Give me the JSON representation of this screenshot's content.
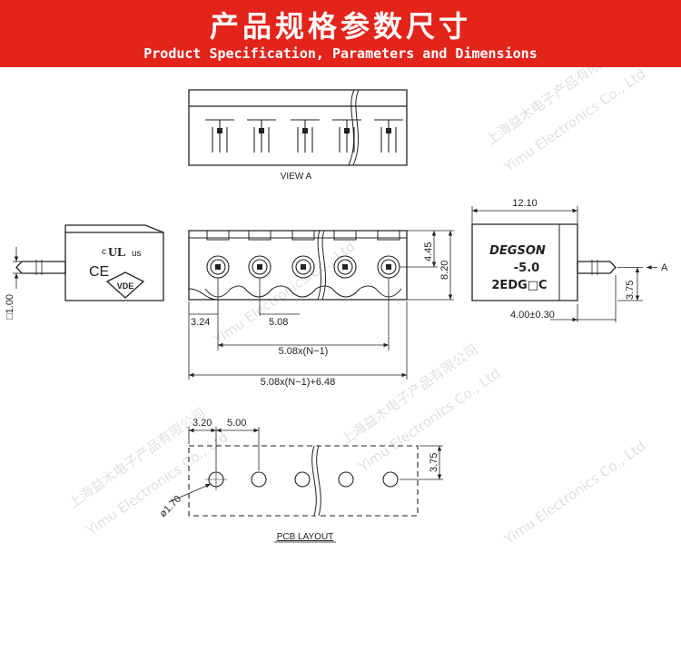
{
  "header": {
    "title_cn": "产品规格参数尺寸",
    "title_en": "Product Specification, Parameters and Dimensions"
  },
  "labels": {
    "view_a": "VIEW A",
    "pcb_layout": "PCB LAYOUT",
    "arrow_a": "A",
    "brand": "DEGSON",
    "pitch": "-5.0",
    "model": "2EDG□C",
    "ul_c": "c",
    "ul_us": "us",
    "ul_mark": "UL",
    "ce": "CE",
    "vde": "VDE"
  },
  "dimensions": {
    "side_width": "12.10",
    "height_top": "4.45",
    "height_total": "8.20",
    "pin_offset": "3.75",
    "pin_length": "4.00±0.30",
    "pin_square": "□1.00",
    "edge": "3.24",
    "pitch": "5.08",
    "span": "5.08x(N−1)",
    "total": "5.08x(N−1)+6.48",
    "pcb_edge": "3.20",
    "pcb_pitch": "5.00",
    "pcb_offset": "3.75",
    "hole_dia": "ø1.70"
  },
  "watermark": {
    "cn": "上海益木电子产品有限公司",
    "en": "Yimu Electronics Co., Ltd"
  },
  "colors": {
    "banner": "#e3241b",
    "line": "#222222"
  }
}
